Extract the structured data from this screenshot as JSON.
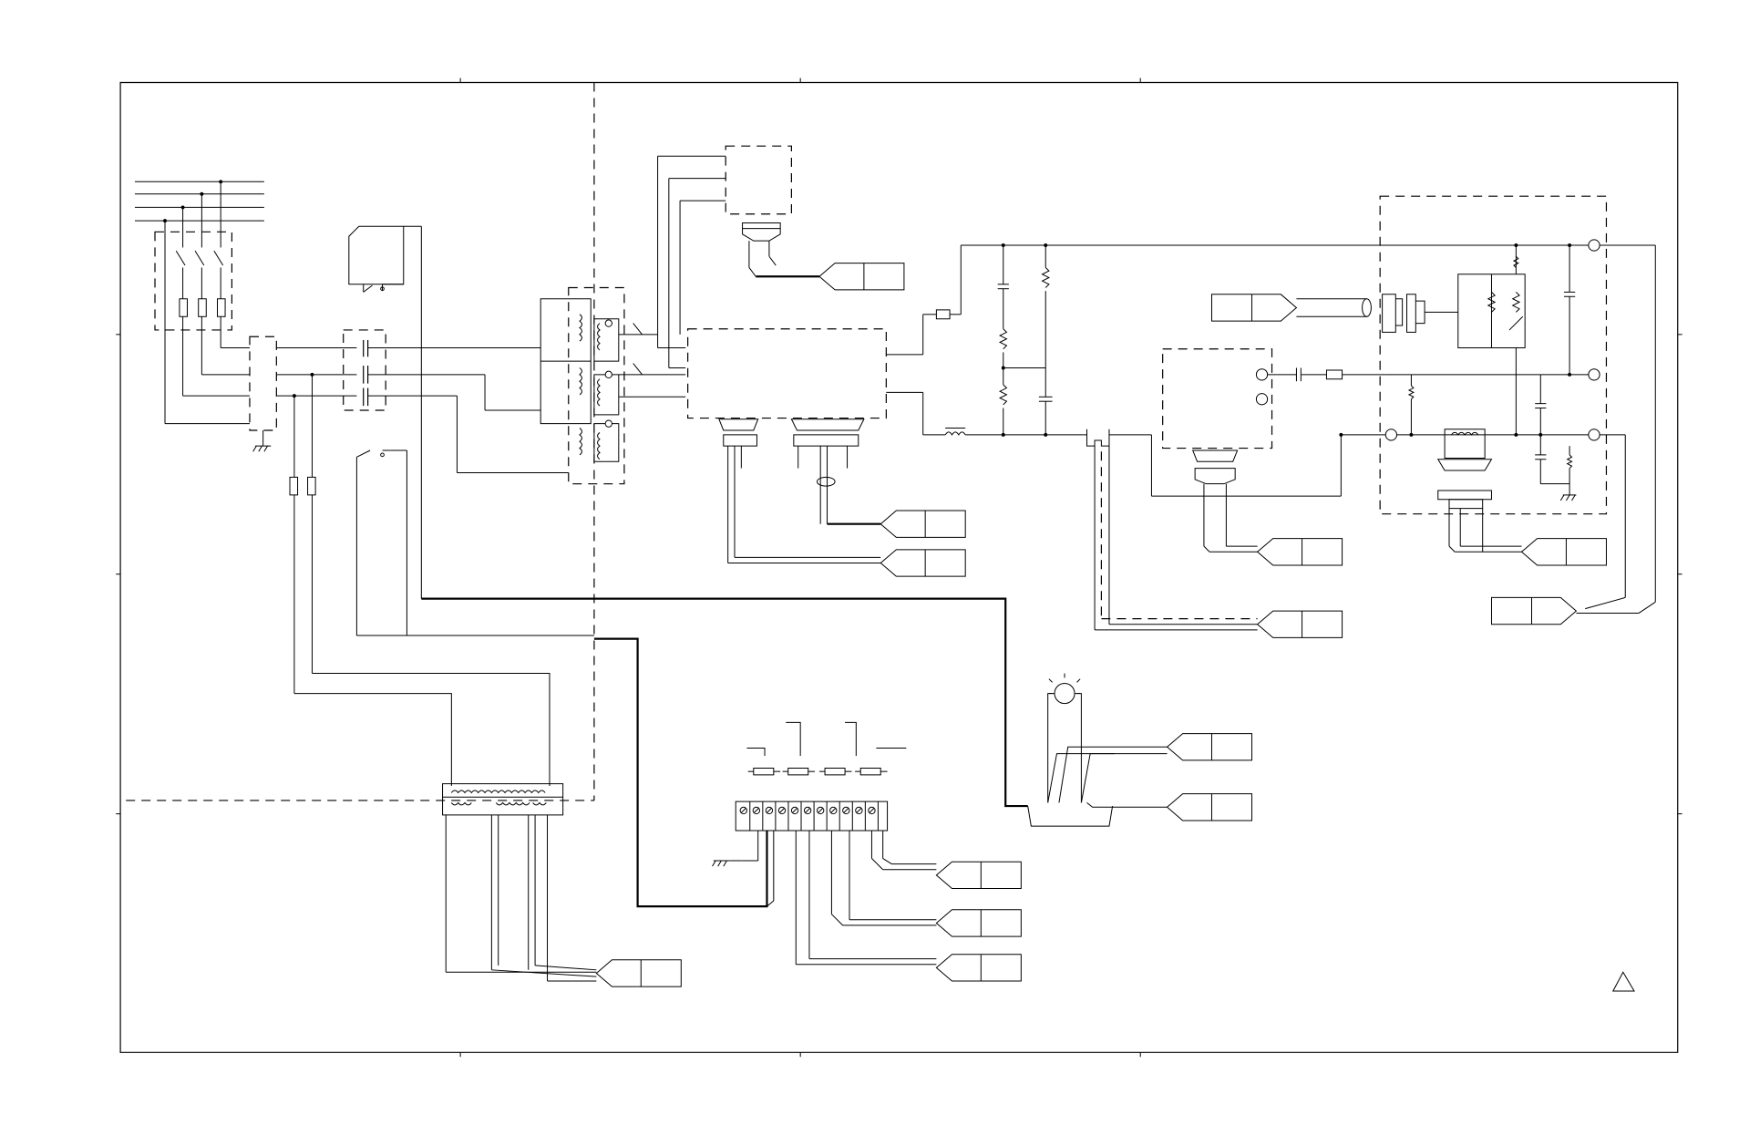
{
  "diagram": {
    "drawing_frame": {
      "zones_horizontal": 4,
      "zones_vertical": 4
    },
    "notes": [],
    "labels": [],
    "revision_marker": {
      "shape": "triangle",
      "text": ""
    },
    "off_page_connectors": [
      {
        "id": "conn-1",
        "text": ""
      },
      {
        "id": "conn-2",
        "text": ""
      },
      {
        "id": "conn-3",
        "text": ""
      },
      {
        "id": "conn-4",
        "text": ""
      },
      {
        "id": "conn-5",
        "text": ""
      },
      {
        "id": "conn-6",
        "text": ""
      },
      {
        "id": "conn-7",
        "text": ""
      },
      {
        "id": "conn-8",
        "text": ""
      },
      {
        "id": "conn-9",
        "text": ""
      },
      {
        "id": "conn-10",
        "text": ""
      },
      {
        "id": "conn-11",
        "text": ""
      },
      {
        "id": "conn-12",
        "text": ""
      },
      {
        "id": "conn-13",
        "text": ""
      },
      {
        "id": "conn-14",
        "text": ""
      },
      {
        "id": "conn-15",
        "text": ""
      },
      {
        "id": "conn-16",
        "text": ""
      }
    ]
  }
}
